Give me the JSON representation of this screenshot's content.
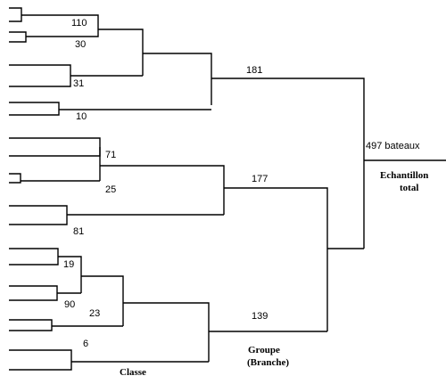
{
  "dendrogram": {
    "cluster_sizes": [
      "110",
      "30",
      "31",
      "10",
      "71",
      "25",
      "81",
      "19",
      "90",
      "23",
      "6"
    ],
    "group_sizes": [
      "181",
      "177",
      "139"
    ],
    "total": {
      "count": "497 bateaux",
      "label_line1": "Echantillon",
      "label_line2": "total"
    },
    "legend": {
      "classe": "Classe",
      "groupe_line1": "Groupe",
      "groupe_line2": "(Branche)"
    }
  }
}
